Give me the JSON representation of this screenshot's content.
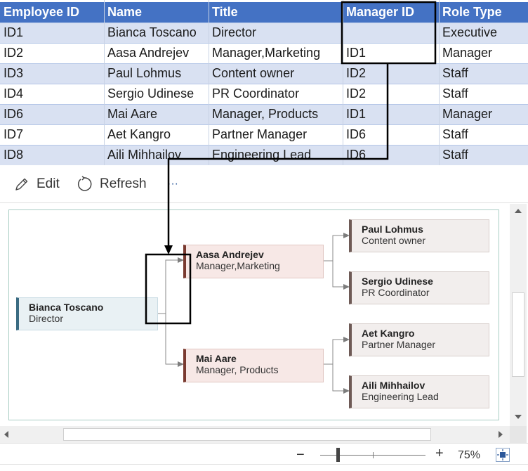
{
  "sheet": {
    "headers": [
      "Employee ID",
      "Name",
      "Title",
      "Manager ID",
      "Role Type"
    ],
    "rows": [
      [
        "ID1",
        "Bianca Toscano",
        "Director",
        "",
        "Executive"
      ],
      [
        "ID2",
        "Aasa Andrejev",
        "Manager,Marketing",
        "ID1",
        "Manager"
      ],
      [
        "ID3",
        "Paul Lohmus",
        "Content owner",
        "ID2",
        "Staff"
      ],
      [
        "ID4",
        "Sergio Udinese",
        "PR Coordinator",
        "ID2",
        "Staff"
      ],
      [
        "ID6",
        "Mai Aare",
        "Manager, Products",
        "ID1",
        "Manager"
      ],
      [
        "ID7",
        "Aet Kangro",
        "Partner Manager",
        "ID6",
        "Staff"
      ],
      [
        "ID8",
        "Aili Mihhailov",
        "Engineering Lead",
        "ID6",
        "Staff"
      ]
    ]
  },
  "toolbar": {
    "edit_label": "Edit",
    "refresh_label": "Refresh",
    "more_label": "···"
  },
  "diagram": {
    "root": {
      "name": "Bianca Toscano",
      "title": "Director"
    },
    "managers": [
      {
        "name": "Aasa Andrejev",
        "title": "Manager,Marketing"
      },
      {
        "name": "Mai Aare",
        "title": "Manager, Products"
      }
    ],
    "staff": [
      {
        "name": "Paul Lohmus",
        "title": "Content owner"
      },
      {
        "name": "Sergio Udinese",
        "title": "PR Coordinator"
      },
      {
        "name": "Aet Kangro",
        "title": "Partner Manager"
      },
      {
        "name": "Aili Mihhailov",
        "title": "Engineering Lead"
      }
    ]
  },
  "status": {
    "zoom_out": "−",
    "zoom_in": "+",
    "zoom_level": "75%",
    "zoom_fraction": 0.75
  },
  "colors": {
    "header_bg": "#4472c4",
    "band_bg": "#d9e1f2",
    "root_accent": "#3a6b82",
    "manager_accent": "#7a3a30"
  }
}
